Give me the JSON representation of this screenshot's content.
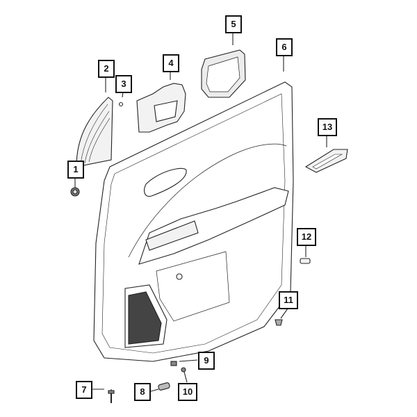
{
  "diagram": {
    "callouts": [
      {
        "id": "1",
        "label": "1"
      },
      {
        "id": "2",
        "label": "2"
      },
      {
        "id": "3",
        "label": "3"
      },
      {
        "id": "4",
        "label": "4"
      },
      {
        "id": "5",
        "label": "5"
      },
      {
        "id": "6",
        "label": "6"
      },
      {
        "id": "7",
        "label": "7"
      },
      {
        "id": "8",
        "label": "8"
      },
      {
        "id": "9",
        "label": "9"
      },
      {
        "id": "10",
        "label": "10"
      },
      {
        "id": "11",
        "label": "11"
      },
      {
        "id": "12",
        "label": "12"
      },
      {
        "id": "13",
        "label": "13"
      }
    ],
    "line_color": "#222222",
    "fill_shade": "#f2f2f2",
    "speaker_fill": "#444444"
  }
}
